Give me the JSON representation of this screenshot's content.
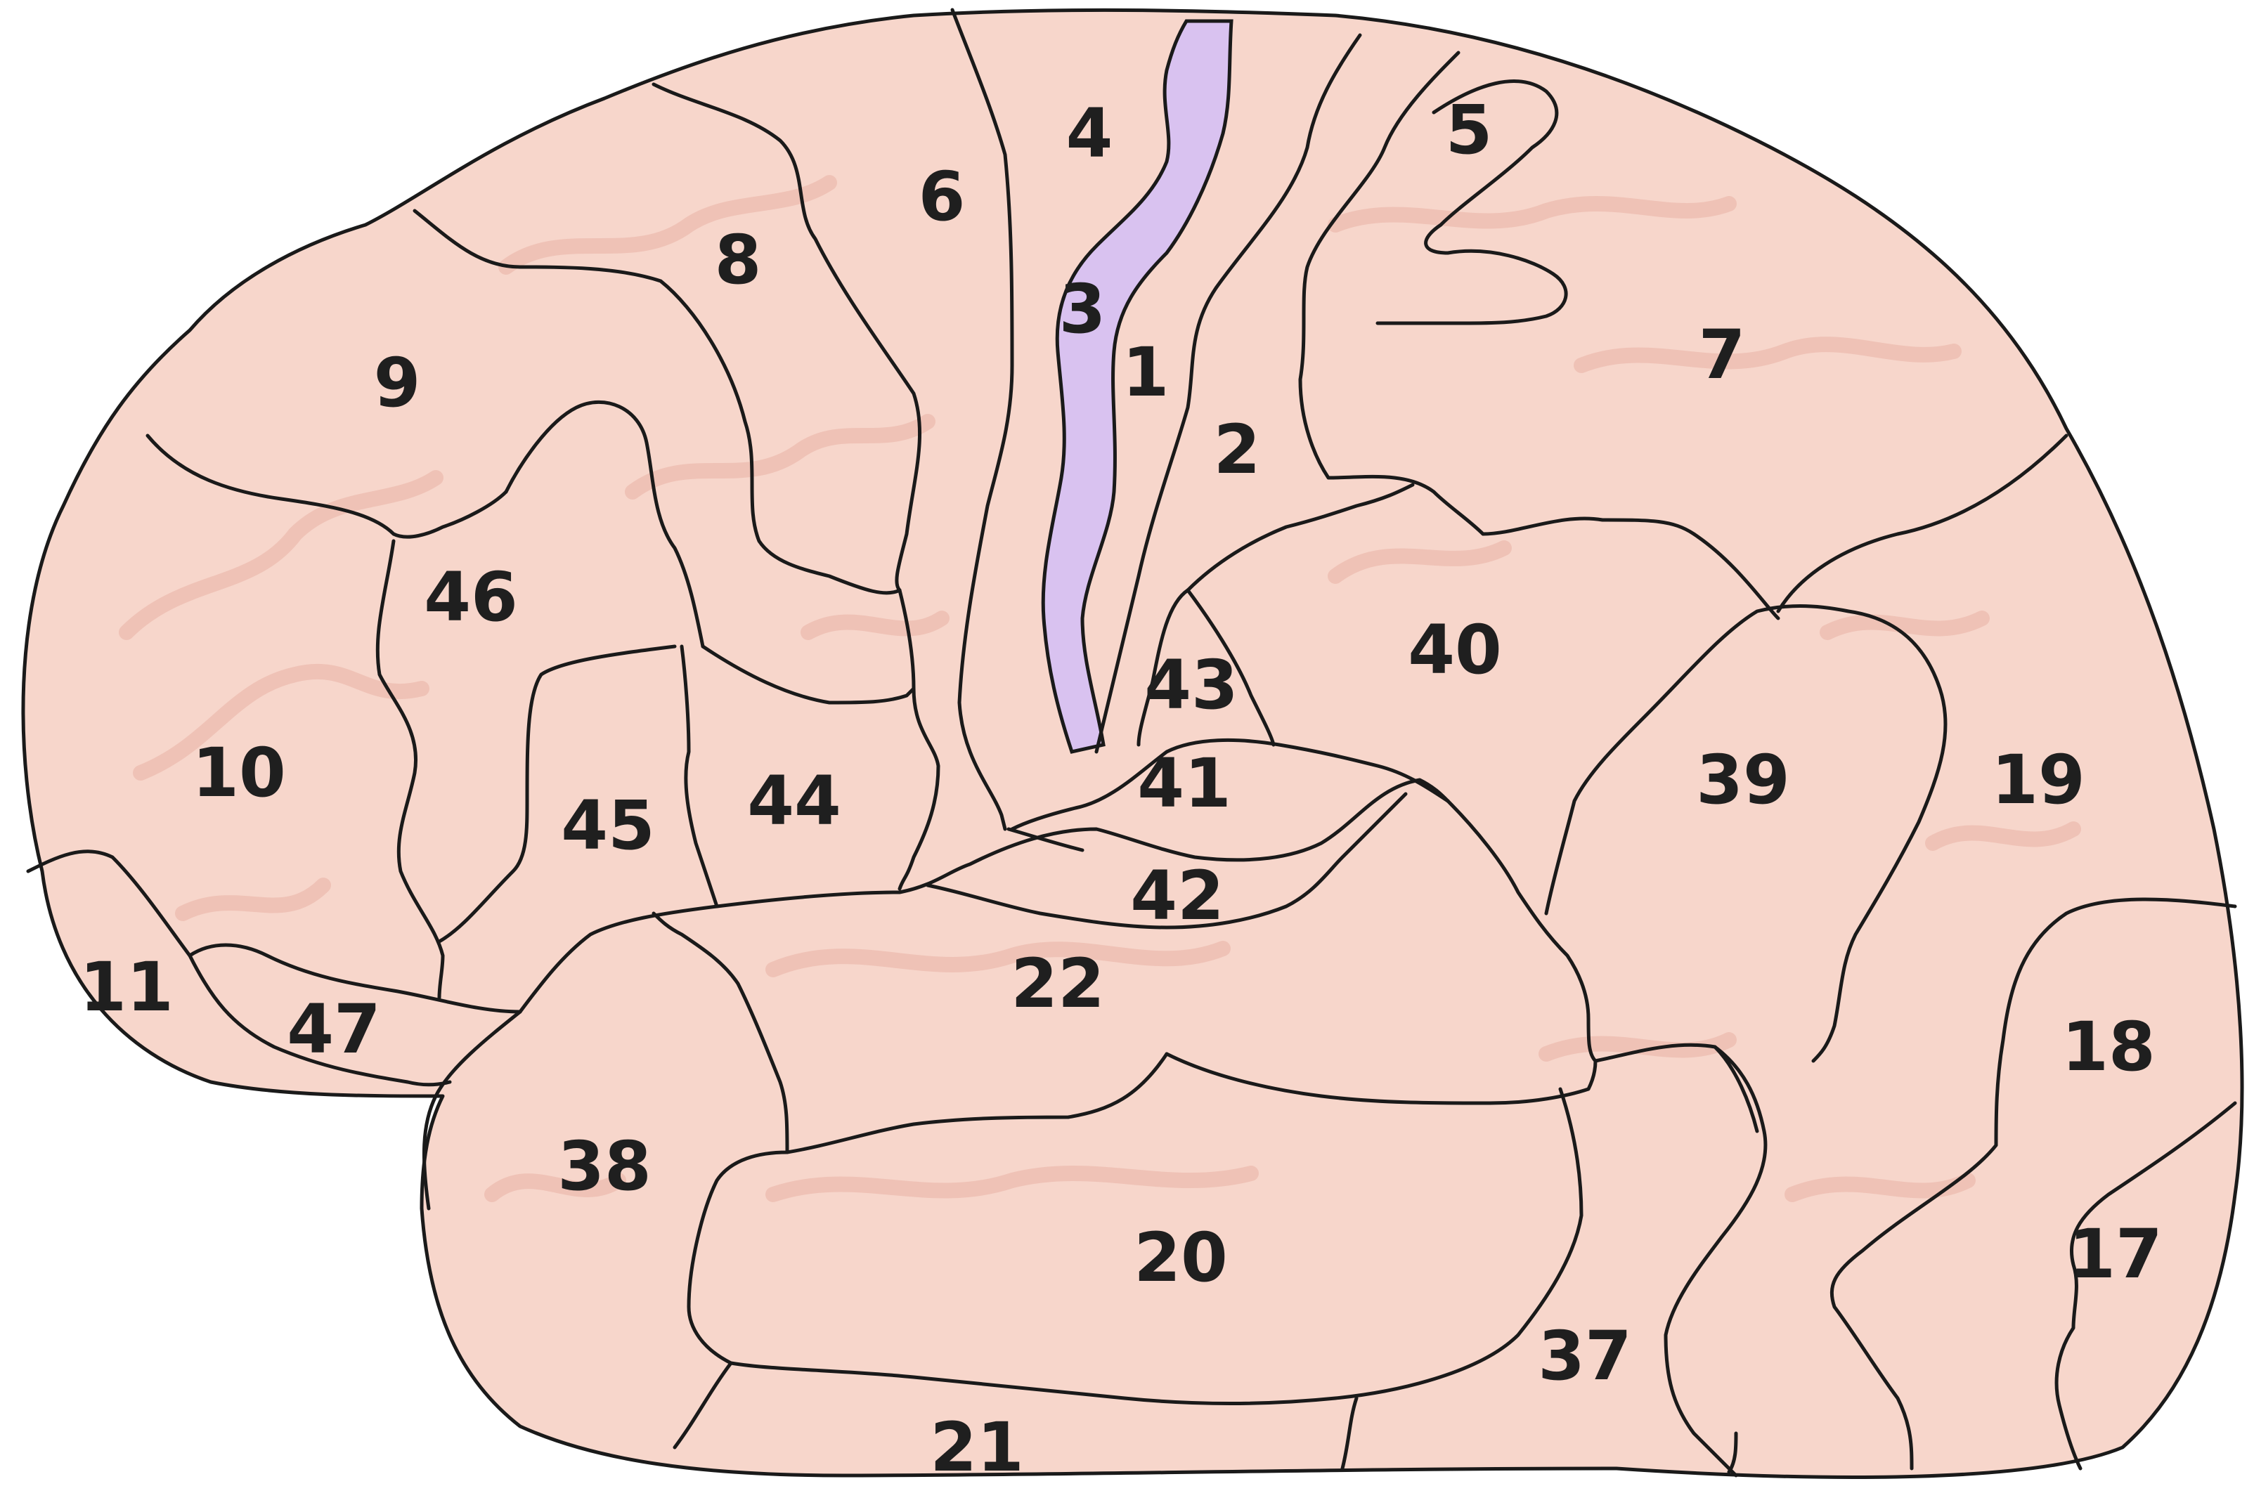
{
  "labels": {
    "area_1": "1",
    "area_2": "2",
    "area_3": "3",
    "area_4": "4",
    "area_5": "5",
    "area_6": "6",
    "area_7": "7",
    "area_8": "8",
    "area_9": "9",
    "area_10": "10",
    "area_11": "11",
    "area_17": "17",
    "area_18": "18",
    "area_19": "19",
    "area_20": "20",
    "area_21": "21",
    "area_22": "22",
    "area_37": "37",
    "area_38": "38",
    "area_39": "39",
    "area_40": "40",
    "area_41": "41",
    "area_42": "42",
    "area_43": "43",
    "area_44": "44",
    "area_45": "45",
    "area_46": "46",
    "area_47": "47"
  },
  "colors": {
    "cortex_fill": "#f7d6cb",
    "gyrus_shade": "#eab2a6",
    "highlight_area_3": "#d9c2f0",
    "outline": "#1a1a1a",
    "label_text": "#1f1f1f"
  }
}
